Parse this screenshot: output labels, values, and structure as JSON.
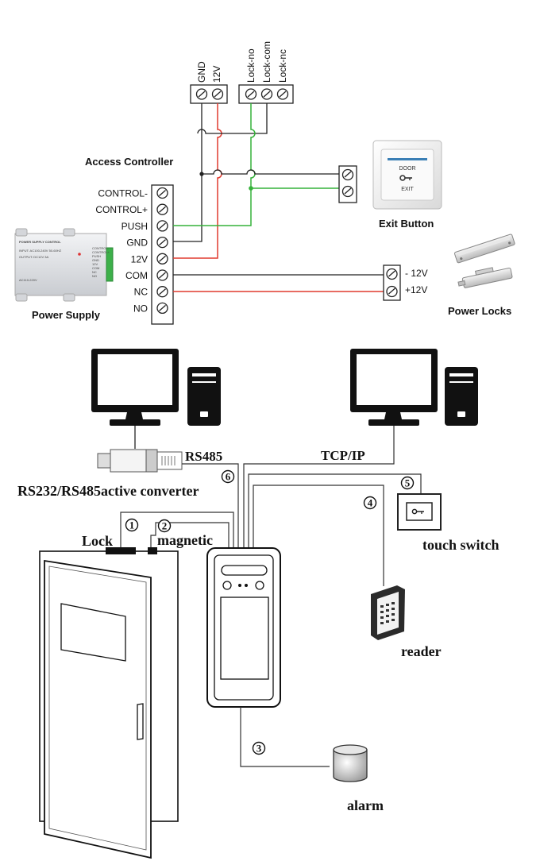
{
  "top_labels": {
    "gnd": "GND",
    "v12": "12V",
    "lock_no": "Lock-no",
    "lock_com": "Lock-com",
    "lock_nc": "Lock-nc"
  },
  "access_controller": {
    "title": "Access Controller",
    "terminals": [
      "CONTROL-",
      "CONTROL+",
      "PUSH",
      "GND",
      "12V",
      "COM",
      "NC",
      "NO"
    ]
  },
  "power_supply": {
    "label": "Power Supply",
    "panel_title": "POWER SUPPLY CONTROL",
    "panel_line1": "INPUT: AC100-240V 50-60HZ",
    "panel_line2": "OUTPUT: DC12V 3A",
    "panel_line3": "AC110-220V",
    "panel_side": [
      "CONTROL-",
      "CONTROL+",
      "PUSH",
      "GND",
      "12V",
      "COM",
      "NC",
      "NO"
    ]
  },
  "exit_button": {
    "label": "Exit Button",
    "face_top": "DOOR",
    "face_bottom": "EXIT"
  },
  "power_locks": {
    "label": "Power Locks",
    "minus": "- 12V",
    "plus": "+12V"
  },
  "network": {
    "rs485": "RS485",
    "tcpip": "TCP/IP",
    "converter": "RS232/RS485active converter",
    "lock": "Lock",
    "magnetic": "magnetic",
    "touch_switch": "touch switch",
    "reader": "reader",
    "alarm": "alarm",
    "numbers": [
      "1",
      "2",
      "3",
      "4",
      "5",
      "6"
    ]
  },
  "colors": {
    "wire_red": "#e03a2f",
    "wire_green": "#35b23a",
    "wire_black": "#222222"
  }
}
